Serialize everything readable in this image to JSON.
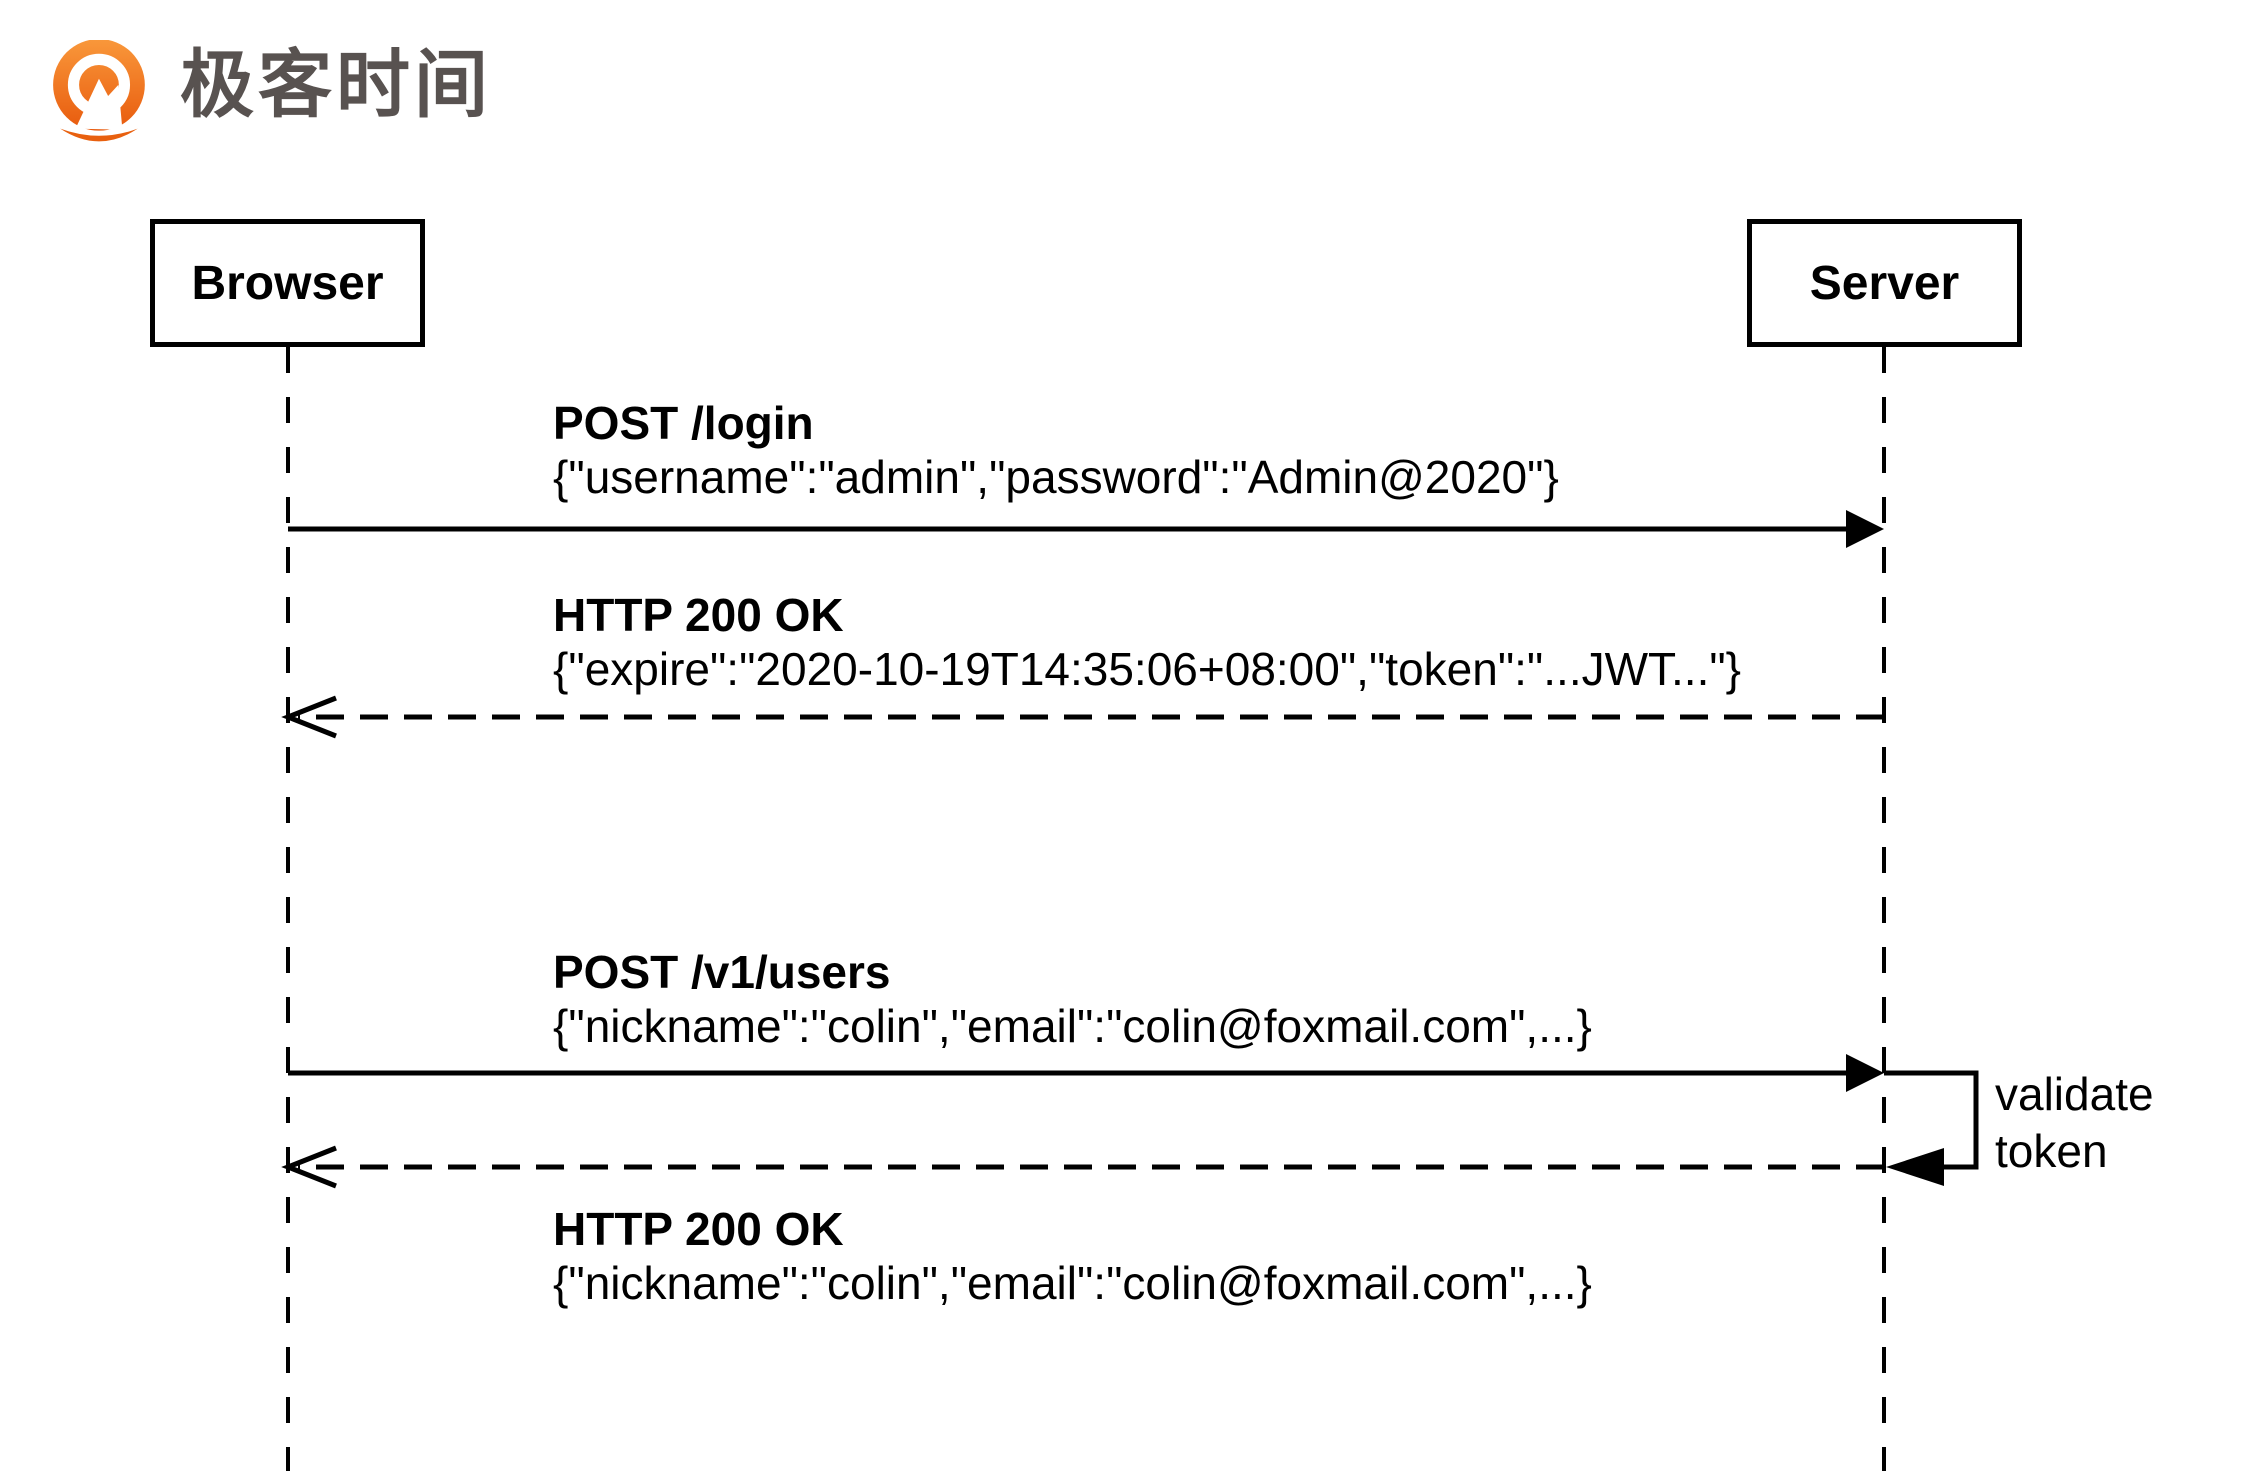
{
  "brand": {
    "name": "极客时间",
    "icon": "geektime-logo",
    "colors": {
      "orange_light": "#F9983B",
      "orange_dark": "#E85A0D",
      "text_gray": "#585250"
    }
  },
  "diagram": {
    "line_color": "#000000",
    "actors": {
      "left": {
        "label": "Browser"
      },
      "right": {
        "label": "Server"
      }
    },
    "messages": {
      "login_request": {
        "title": "POST /login",
        "body": "{\"username\":\"admin\",\"password\":\"Admin@2020\"}",
        "from": "Browser",
        "to": "Server",
        "line": "solid"
      },
      "login_response": {
        "title": "HTTP 200 OK",
        "body": "{\"expire\":\"2020-10-19T14:35:06+08:00\",\"token\":\"...JWT...\"}",
        "from": "Server",
        "to": "Browser",
        "line": "dashed"
      },
      "create_user_request": {
        "title": "POST /v1/users",
        "body": "{\"nickname\":\"colin\",\"email\":\"colin@foxmail.com\",...}",
        "from": "Browser",
        "to": "Server",
        "line": "solid"
      },
      "server_self_message": {
        "label": "validate token"
      },
      "create_user_response": {
        "title": "HTTP 200 OK",
        "body": "{\"nickname\":\"colin\",\"email\":\"colin@foxmail.com\",...}",
        "from": "Server",
        "to": "Browser",
        "line": "dashed"
      }
    }
  }
}
